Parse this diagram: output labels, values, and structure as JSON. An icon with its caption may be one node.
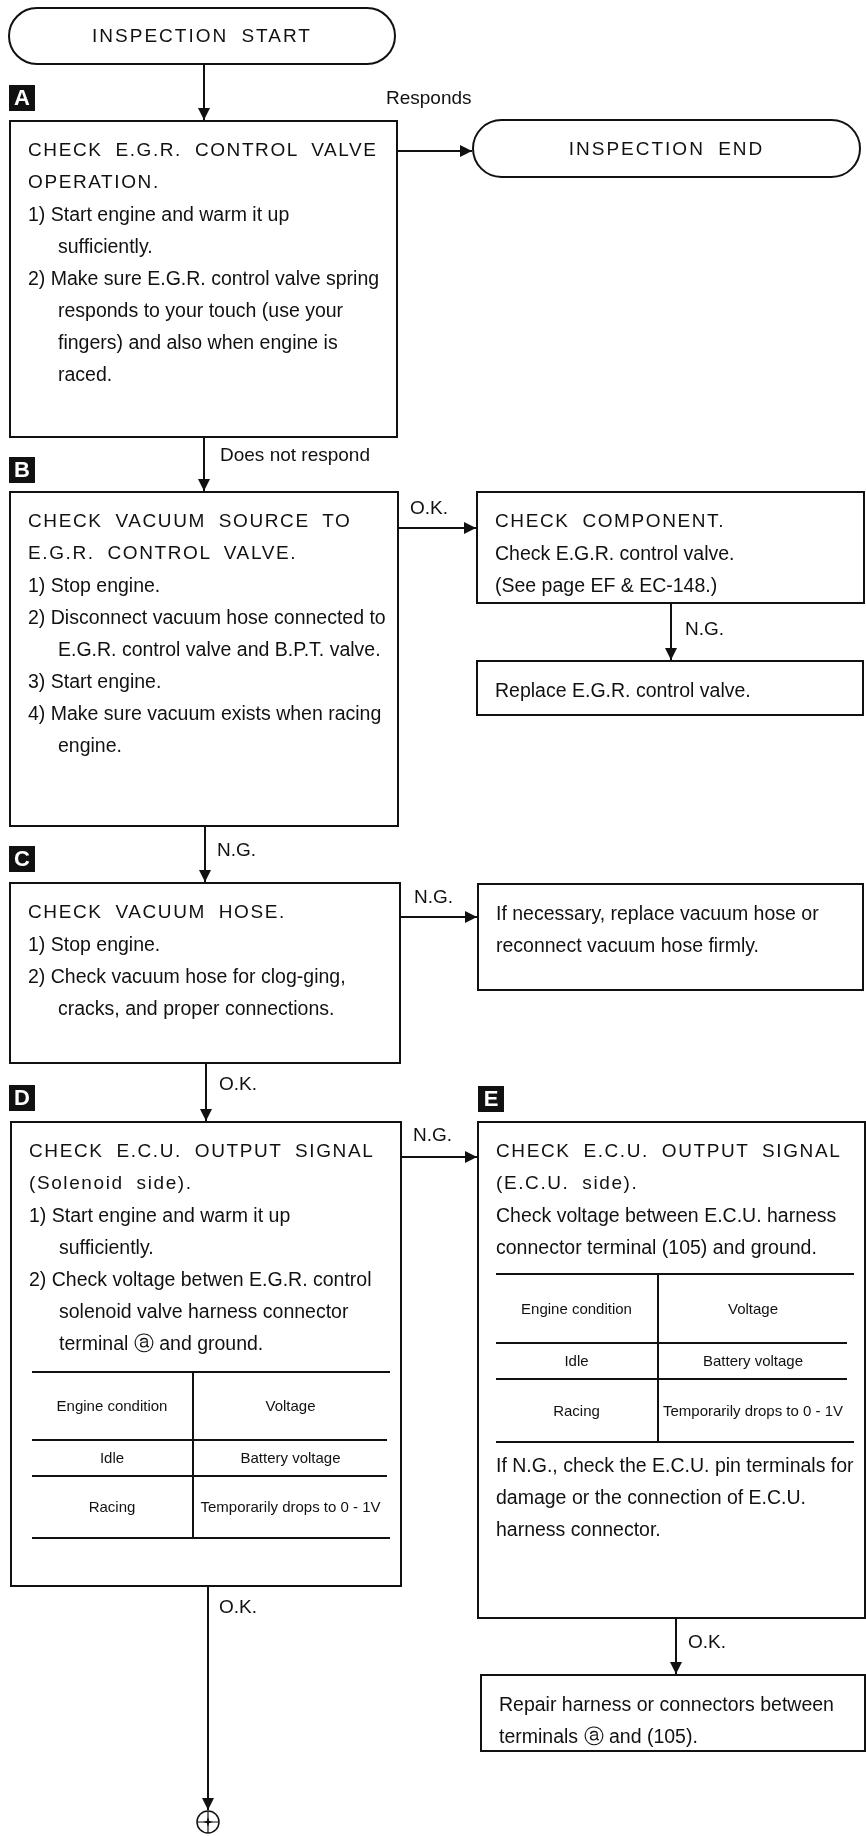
{
  "diagram": {
    "nodes": [
      {
        "text": [
          "INSPECTION START"
        ]
      },
      {
        "text": [
          "CHECK E.G.R. CONTROL VALVE OPERATION.",
          "1) Start engine and warm it up sufficiently.",
          "2) Make sure E.G.R. control valve spring responds to your touch (use your fingers) and also when engine is raced."
        ],
        "beside": [
          "A"
        ]
      },
      {
        "text": [
          "INSPECTION END"
        ]
      },
      {
        "text": [
          "CHECK VACUUM SOURCE TO E.G.R. CONTROL VALVE.",
          "1) Stop engine.",
          "2) Disconnect vacuum hose connected to E.G.R. control valve and B.P.T. valve.",
          "3) Start engine.",
          "4) Make sure vacuum exists when racing engine."
        ],
        "beside": [
          "B"
        ]
      },
      {
        "text": [
          "CHECK COMPONENT.",
          "Check E.G.R. control valve.",
          "(See page EF & EC-148.)"
        ]
      },
      {
        "text": [
          "Replace E.G.R. control valve."
        ]
      },
      {
        "text": [
          "CHECK VACUUM HOSE.",
          "1) Stop engine.",
          "2) Check vacuum hose for clog-ging, cracks, and proper connections."
        ],
        "beside": [
          "C"
        ]
      },
      {
        "text": [
          "If necessary, replace vacuum hose or reconnect vacuum hose firmly."
        ]
      },
      {
        "text": [
          "CHECK E.C.U. OUTPUT SIGNAL (Solenoid side).",
          "1) Start engine and warm it up sufficiently.",
          "2) Check voltage betwen E.G.R. control solenoid valve harness connector terminal ⓐ and ground."
        ],
        "beside": [
          "D"
        ]
      },
      {
        "text": [
          "CHECK E.C.U. OUTPUT SIGNAL (E.C.U. side).",
          "Check voltage between E.C.U. harness connector terminal (105) and ground.",
          "If N.G., check the E.C.U. pin terminals for damage or the connection of E.C.U. harness connector."
        ],
        "beside": [
          "E"
        ]
      },
      {
        "text": [
          "Repair harness or connectors between terminals ⓐ and (105)."
        ]
      },
      {
        "text": [],
        "shape": "circle"
      }
    ],
    "edges": [
      {
        "from": 0,
        "to": 1,
        "arrow": "to"
      },
      {
        "from": 1,
        "to": 2,
        "arrow": "to",
        "label": "Responds"
      },
      {
        "from": 1,
        "to": 3,
        "arrow": "to",
        "label": "Does not respond"
      },
      {
        "from": 3,
        "to": 4,
        "arrow": "to",
        "label": "O.K."
      },
      {
        "from": 4,
        "to": 5,
        "arrow": "to",
        "label": "N.G."
      },
      {
        "from": 3,
        "to": 6,
        "arrow": "to",
        "label": "N.G."
      },
      {
        "from": 6,
        "to": 7,
        "arrow": "to",
        "label": "N.G."
      },
      {
        "from": 6,
        "to": 8,
        "arrow": "to",
        "label": "O.K."
      },
      {
        "from": 8,
        "to": 9,
        "arrow": "to",
        "label": "N.G."
      },
      {
        "from": 9,
        "to": 10,
        "arrow": "to",
        "label": "O.K."
      },
      {
        "from": 8,
        "to": 11,
        "arrow": "to",
        "label": "O.K."
      }
    ],
    "labels": [
      "Engine condition",
      "Voltage",
      "Idle",
      "Battery voltage",
      "Racing",
      "Temporarily drops to 0 - 1V",
      "Engine condition",
      "Voltage",
      "Idle",
      "Battery voltage",
      "Racing",
      "Temporarily drops to 0 - 1V"
    ]
  }
}
